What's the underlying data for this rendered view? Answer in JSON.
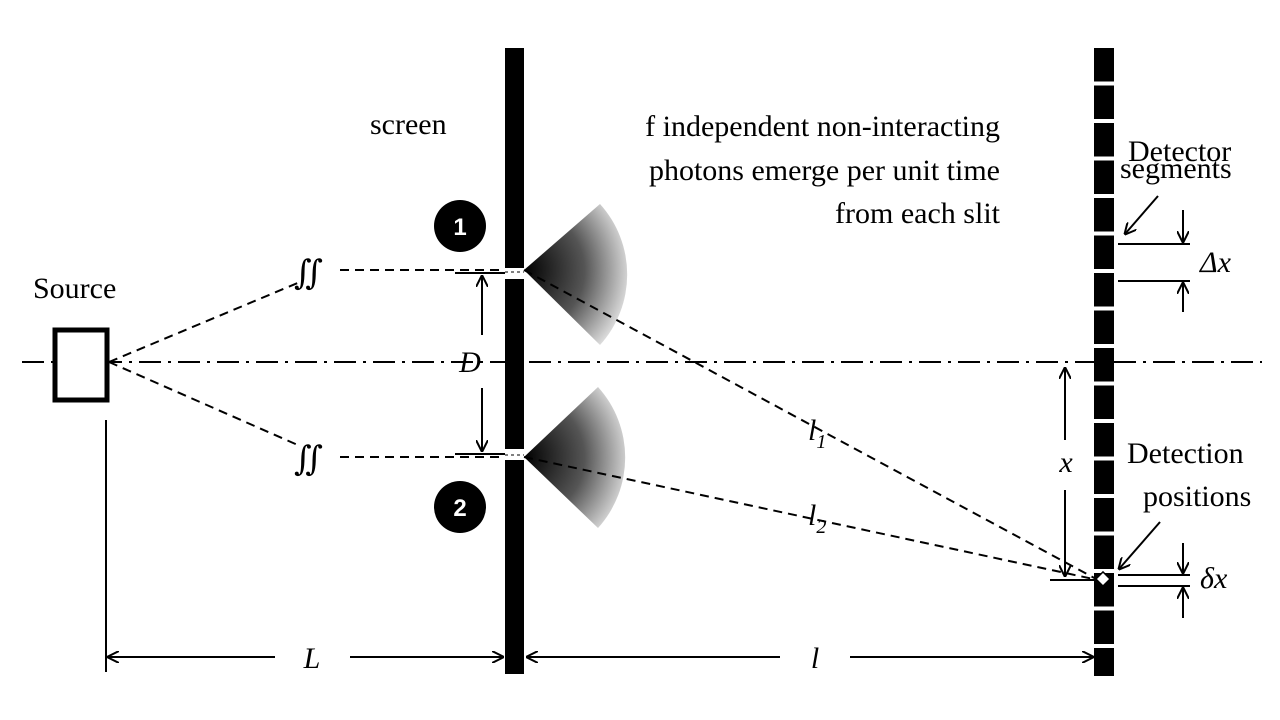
{
  "labels": {
    "source": "Source",
    "screen": "screen",
    "photons_line1": "f independent non-interacting",
    "photons_line2": "photons emerge per unit time",
    "photons_line3": "from each slit",
    "detector_segments_line1": "Detector",
    "detector_segments_line2": "segments",
    "detection_positions_line1": "Detection",
    "detection_positions_line2": "positions",
    "slit1": "1",
    "slit2": "2",
    "D": "D",
    "L": "L",
    "l": "l",
    "l1_main": "l",
    "l1_sub": "1",
    "l2_main": "l",
    "l2_sub": "2",
    "x": "x",
    "delta_x": "Δx",
    "small_delta_x": "δx",
    "integral_top": "∬",
    "integral_bottom": "∬"
  },
  "colors": {
    "ink": "#000000",
    "background": "#ffffff"
  }
}
